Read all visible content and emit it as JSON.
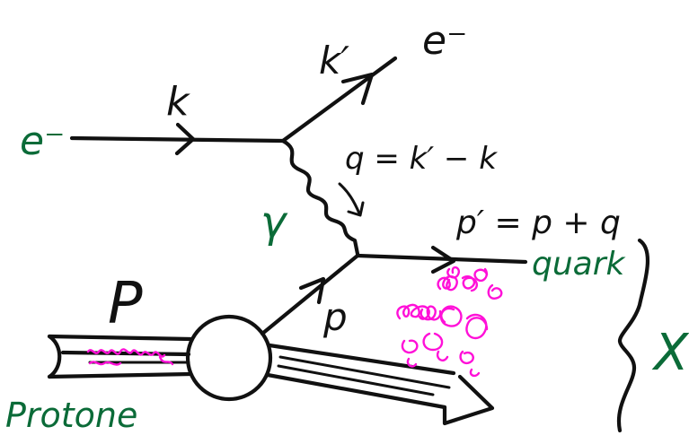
{
  "labels": {
    "electron_in": "e⁻",
    "electron_out": "e⁻",
    "momentum_in": "k",
    "momentum_out": "k′",
    "momentum_transfer": "q = k′ − k",
    "photon": "γ",
    "quark_momentum": "p′ = p + q",
    "quark": "quark",
    "proton_momentum": "P",
    "parton_momentum": "p",
    "proton": "Protone",
    "hadronic_final_state": "X"
  },
  "colors": {
    "ink": "#111111",
    "green": "#0b6b38",
    "pink": "#ff10d8"
  }
}
